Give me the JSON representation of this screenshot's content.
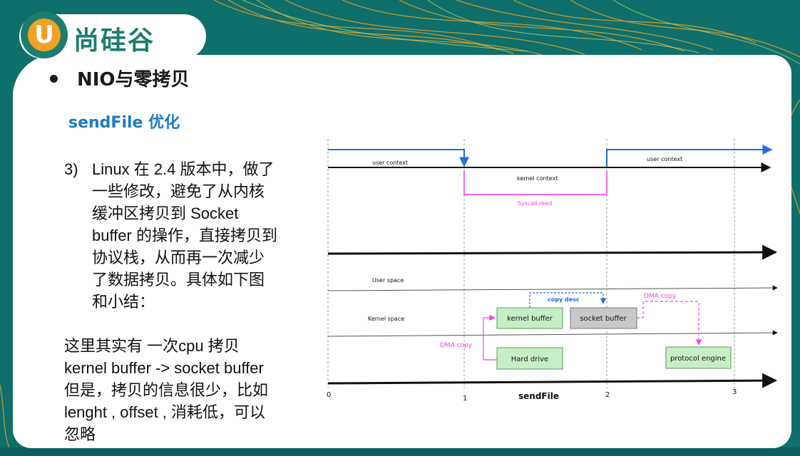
{
  "logo": {
    "mark": "U",
    "text": "尚硅谷"
  },
  "heading": "NIO与零拷贝",
  "subheading": "sendFile 优化",
  "point3": {
    "number": "3)",
    "lines": [
      "Linux  在 2.4 版本中，做了",
      "一些修改，避免了从内核",
      "缓冲区拷贝到 Socket",
      "buffer 的操作，直接拷贝到",
      "协议栈，从而再一次减少",
      "了数据拷贝。具体如下图",
      "和小结："
    ]
  },
  "note": {
    "lines": [
      "这里其实有 一次cpu 拷贝",
      "kernel buffer -> socket buffer",
      "但是，拷贝的信息很少，比如",
      "lenght  , offset , 消耗低，可以",
      "忽略"
    ]
  },
  "diagram": {
    "user_context_left": "user context",
    "user_context_right": "user context",
    "kernel_context": "kernel context",
    "syscall_read": "Syscall read",
    "user_space": "User space",
    "kernel_space": "Kernel  space",
    "kernel_buffer": "kernel buffer",
    "socket_buffer": "socket buffer",
    "hard_drive": "Hard drive",
    "protocol_engine": "protocol engine",
    "copy_desc": "copy desc",
    "dma_copy_top": "DMA copy",
    "dma_copy_left": "DMA copy",
    "axis_title": "sendFile",
    "ticks": [
      "0",
      "1",
      "2",
      "3"
    ]
  },
  "colors": {
    "teal": "#0f6f6a",
    "blue": "#1f6fe0",
    "magenta": "#ff3cf0",
    "green_box": "#c7efc7",
    "gray_box": "#c8c8c8"
  }
}
